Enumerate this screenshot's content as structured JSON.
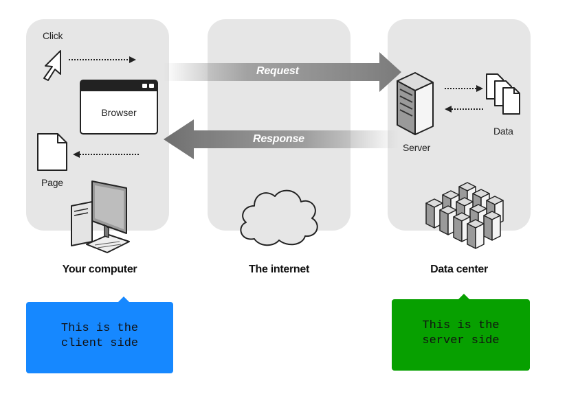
{
  "labels": {
    "click": "Click",
    "browser": "Browser",
    "page": "Page",
    "request": "Request",
    "response": "Response",
    "server": "Server",
    "data": "Data"
  },
  "sections": {
    "client": "Your computer",
    "internet": "The internet",
    "datacenter": "Data center"
  },
  "callouts": {
    "client": "This is the\nclient side",
    "server": "This is the\nserver side"
  },
  "colors": {
    "panel": "#e6e6e6",
    "arrow": "#8c8c8c",
    "client_callout": "#1688ff",
    "server_callout": "#07a000"
  }
}
